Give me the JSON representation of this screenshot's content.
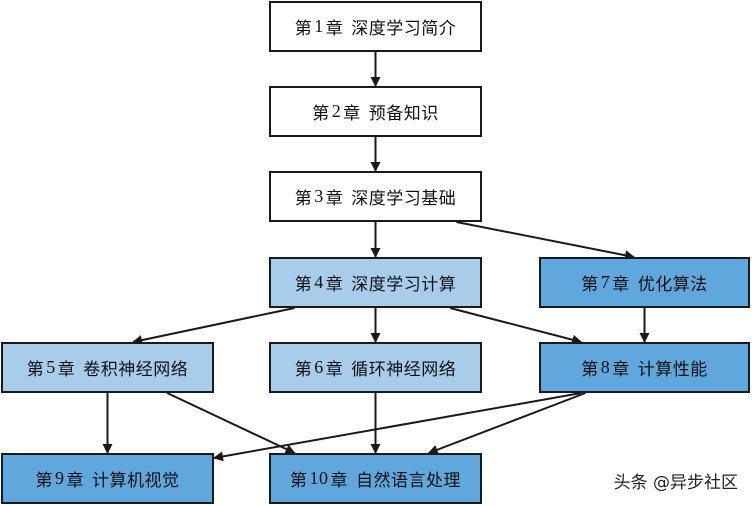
{
  "nodes": [
    {
      "id": "ch1",
      "prefix": "第",
      "num": "1",
      "suffix": "章",
      "title": "深度学习简介"
    },
    {
      "id": "ch2",
      "prefix": "第",
      "num": "2",
      "suffix": "章",
      "title": "预备知识"
    },
    {
      "id": "ch3",
      "prefix": "第",
      "num": "3",
      "suffix": "章",
      "title": "深度学习基础"
    },
    {
      "id": "ch4",
      "prefix": "第",
      "num": "4",
      "suffix": "章",
      "title": "深度学习计算"
    },
    {
      "id": "ch7",
      "prefix": "第",
      "num": "7",
      "suffix": "章",
      "title": "优化算法"
    },
    {
      "id": "ch5",
      "prefix": "第",
      "num": "5",
      "suffix": "章",
      "title": "卷积神经网络"
    },
    {
      "id": "ch6",
      "prefix": "第",
      "num": "6",
      "suffix": "章",
      "title": "循环神经网络"
    },
    {
      "id": "ch8",
      "prefix": "第",
      "num": "8",
      "suffix": "章",
      "title": "计算性能"
    },
    {
      "id": "ch9",
      "prefix": "第",
      "num": "9",
      "suffix": "章",
      "title": "计算机视觉"
    },
    {
      "id": "ch10",
      "prefix": "第",
      "num": "10",
      "suffix": "章",
      "title": "自然语言处理"
    }
  ],
  "edges": [
    [
      "ch1",
      "ch2"
    ],
    [
      "ch2",
      "ch3"
    ],
    [
      "ch3",
      "ch4"
    ],
    [
      "ch3",
      "ch7"
    ],
    [
      "ch4",
      "ch5"
    ],
    [
      "ch4",
      "ch6"
    ],
    [
      "ch4",
      "ch8"
    ],
    [
      "ch7",
      "ch8"
    ],
    [
      "ch5",
      "ch9"
    ],
    [
      "ch5",
      "ch10"
    ],
    [
      "ch6",
      "ch10"
    ],
    [
      "ch8",
      "ch9"
    ],
    [
      "ch8",
      "ch10"
    ]
  ],
  "colors": {
    "white": "#ffffff",
    "light_blue": "#a8cdea",
    "medium_blue": "#5fa7dc",
    "border": "#1a1a1a"
  },
  "watermark": "头条 @异步社区"
}
